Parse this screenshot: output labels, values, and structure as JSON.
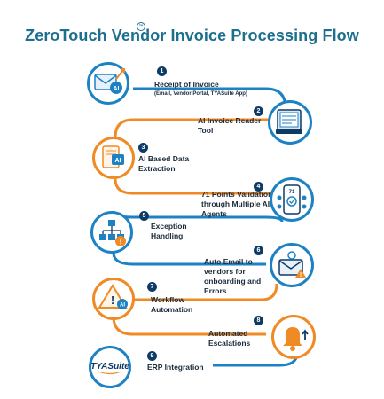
{
  "title": "ZeroTouch Vendor Invoice Processing Flow",
  "colors": {
    "blue": "#1d82c4",
    "orange": "#f08a24",
    "navy": "#0d3b66",
    "title": "#1c6f8e"
  },
  "steps": [
    {
      "num": "1",
      "label": "Receipt of Invoice",
      "sub": "(Email, Vendor Portal, TYASuite App)",
      "icon": "email-ai-icon"
    },
    {
      "num": "2",
      "label": "AI Invoice Reader Tool",
      "icon": "invoice-reader-icon"
    },
    {
      "num": "3",
      "label": "AI Based Data Extraction",
      "icon": "ai-document-icon"
    },
    {
      "num": "4",
      "label": "71 Points Validation through Multiple AI Agents",
      "badge": "71",
      "icon": "validation-phone-icon"
    },
    {
      "num": "5",
      "label": "Exception Handling",
      "icon": "hierarchy-alert-icon"
    },
    {
      "num": "6",
      "label": "Auto Email to vendors for onboarding and Errors",
      "icon": "email-warning-icon"
    },
    {
      "num": "7",
      "label": "Workflow Automation",
      "icon": "warning-ai-icon"
    },
    {
      "num": "8",
      "label": "Automated Escalations",
      "icon": "bell-icon"
    },
    {
      "num": "9",
      "label": "ERP Integration",
      "icon": "tyasuite-logo",
      "logo_text": "TYASuite"
    }
  ]
}
